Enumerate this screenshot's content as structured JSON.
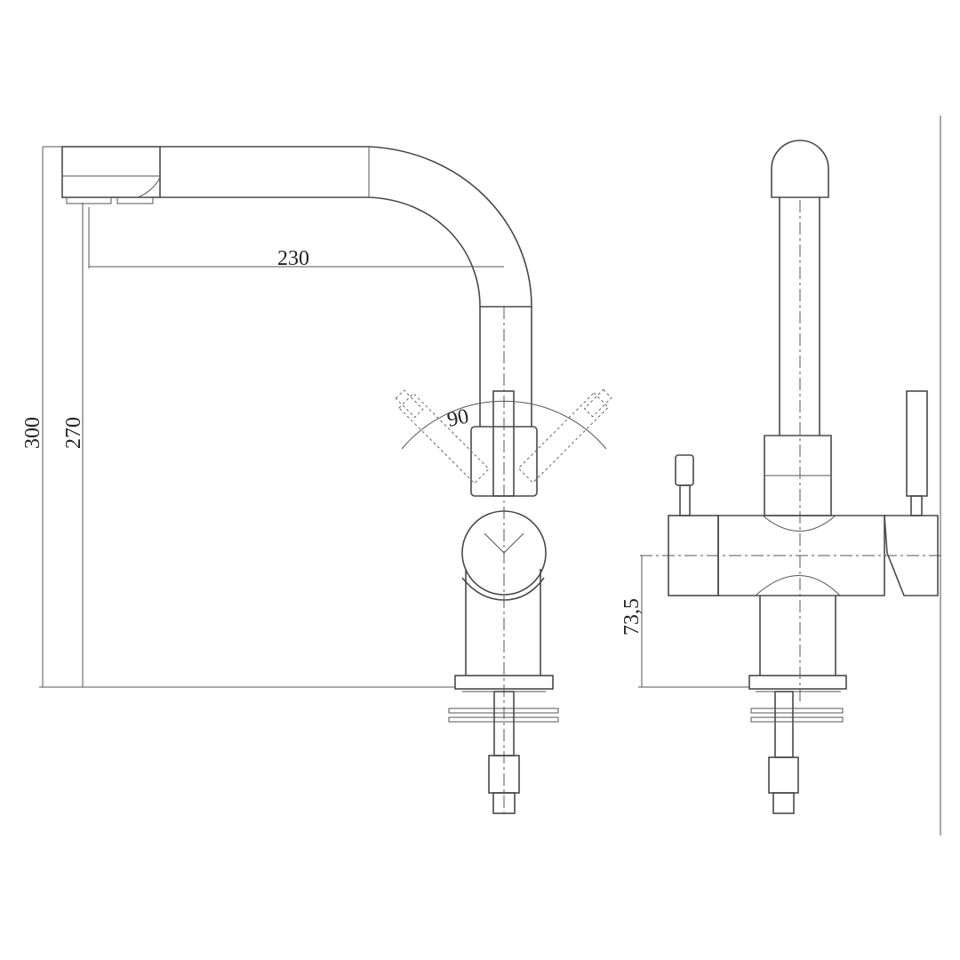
{
  "drawing": {
    "title": "Faucet technical drawing",
    "dimensions": {
      "spout_reach": "230",
      "total_height": "300",
      "outlet_height": "270",
      "lever_angle": "90",
      "body_axis_height": "73,5"
    },
    "line_color": "#4a4a4a"
  }
}
